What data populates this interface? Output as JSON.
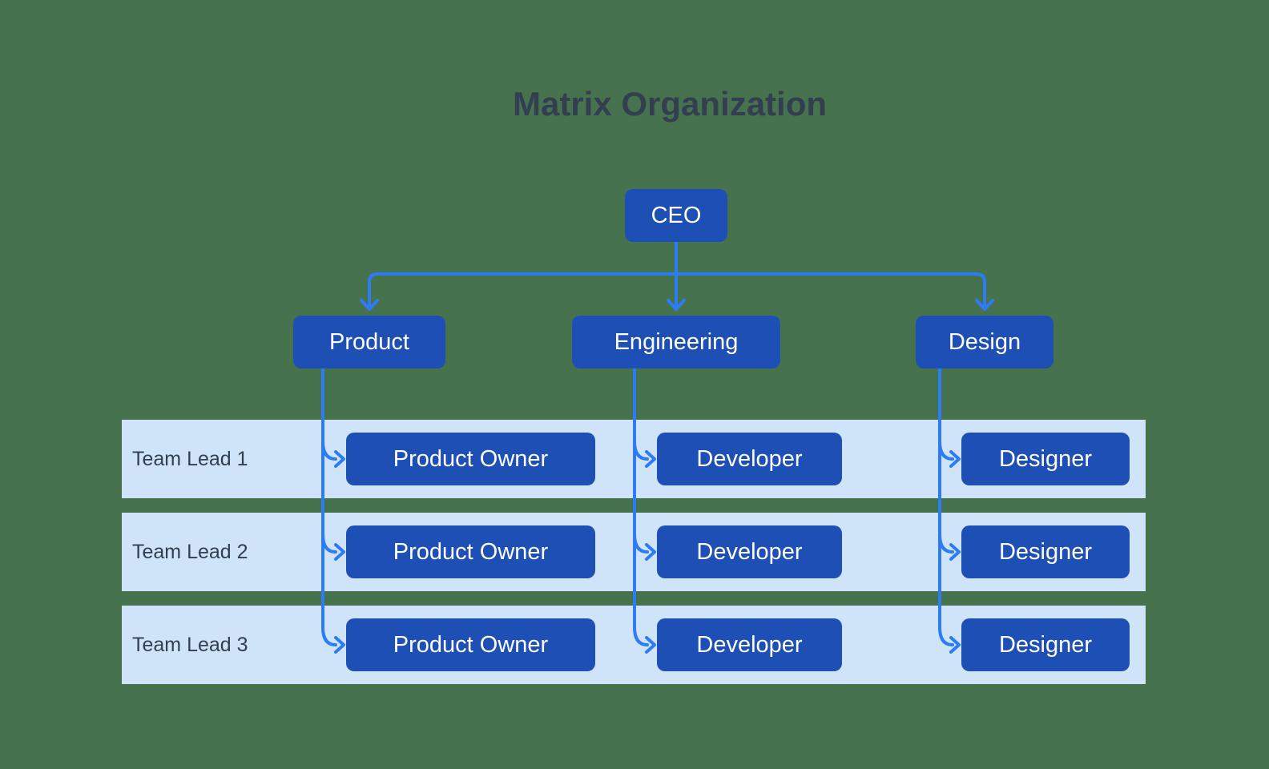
{
  "title": "Matrix Organization",
  "colors": {
    "bg": "#47724E",
    "node": "#1D4FB5",
    "connector": "#2D7CF5",
    "band": "#CFE4F8",
    "text": "#333F50",
    "nodeText": "#FFFFFF"
  },
  "root": {
    "label": "CEO"
  },
  "departments": [
    {
      "label": "Product"
    },
    {
      "label": "Engineering"
    },
    {
      "label": "Design"
    }
  ],
  "rows": [
    {
      "lead": "Team Lead 1",
      "roles": [
        "Product Owner",
        "Developer",
        "Designer"
      ]
    },
    {
      "lead": "Team Lead 2",
      "roles": [
        "Product Owner",
        "Developer",
        "Designer"
      ]
    },
    {
      "lead": "Team Lead 3",
      "roles": [
        "Product Owner",
        "Developer",
        "Designer"
      ]
    }
  ]
}
